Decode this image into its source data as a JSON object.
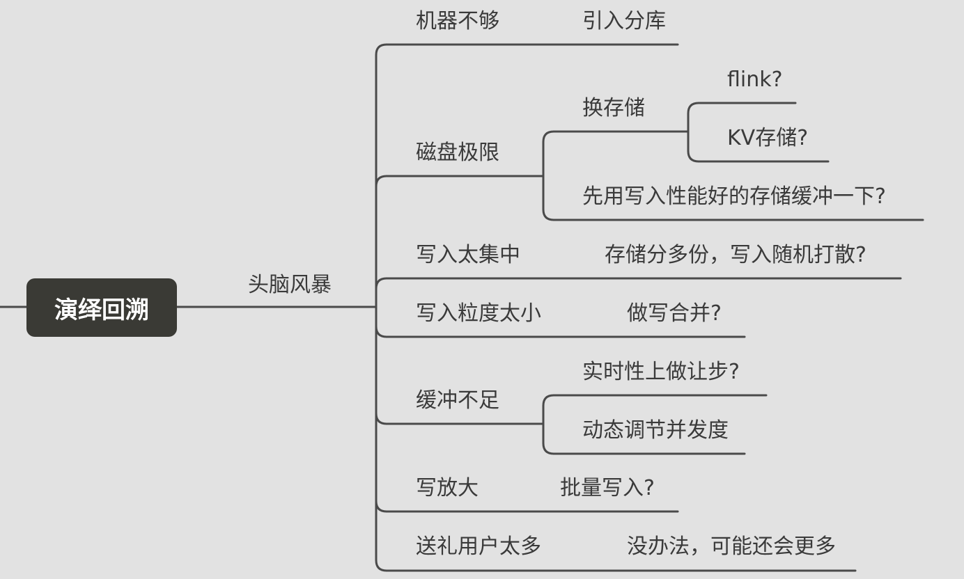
{
  "colors": {
    "background": "#e2e2e2",
    "line": "#4a4a4a",
    "root_fill": "#3a3a35",
    "root_text": "#ffffff",
    "text": "#3a3a3a"
  },
  "root": {
    "label": "演绎回溯"
  },
  "branch": {
    "label": "头脑风暴"
  },
  "nodes": {
    "n1": "机器不够",
    "n1a": "引入分库",
    "n2": "磁盘极限",
    "n2a": "换存储",
    "n2a1": "flink?",
    "n2a2": "KV存储?",
    "n2b": "先用写入性能好的存储缓冲一下?",
    "n3": "写入太集中",
    "n3a": "存储分多份，写入随机打散?",
    "n4": "写入粒度太小",
    "n4a": "做写合并?",
    "n5": "缓冲不足",
    "n5a": "实时性上做让步?",
    "n5b": "动态调节并发度",
    "n6": "写放大",
    "n6a": "批量写入?",
    "n7": "送礼用户太多",
    "n7a": "没办法，可能还会更多"
  }
}
